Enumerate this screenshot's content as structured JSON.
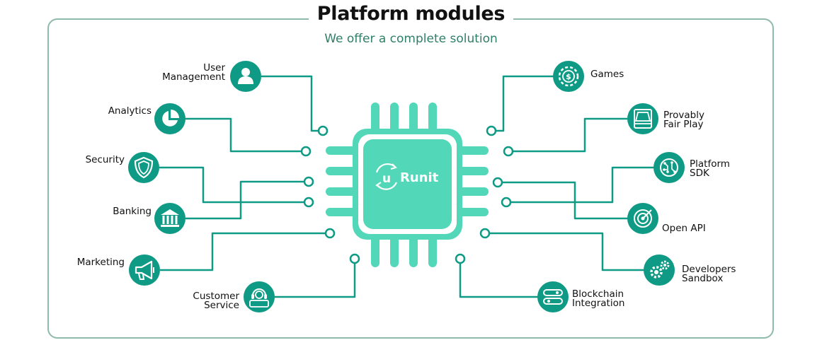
{
  "title": "Platform modules",
  "subtitle": "We offer a complete solution",
  "colors": {
    "teal_dark": "#0e9a84",
    "teal_light": "#52d8b8",
    "border": "#8fb9a8",
    "subtitle": "#2f7f68"
  },
  "chip": {
    "logo_u": "u",
    "logo_text": "Runit"
  },
  "modules_left": [
    {
      "lines": [
        "User",
        "Management"
      ],
      "icon": "user-icon"
    },
    {
      "lines": [
        "Analytics"
      ],
      "icon": "pie-chart-icon"
    },
    {
      "lines": [
        "Security"
      ],
      "icon": "shield-icon"
    },
    {
      "lines": [
        "Banking"
      ],
      "icon": "bank-icon"
    },
    {
      "lines": [
        "Marketing"
      ],
      "icon": "megaphone-icon"
    },
    {
      "lines": [
        "Customer",
        "Service"
      ],
      "icon": "headset-icon"
    }
  ],
  "modules_right": [
    {
      "lines": [
        "Games"
      ],
      "icon": "casino-chip-icon"
    },
    {
      "lines": [
        "Provably",
        "Fair Play"
      ],
      "icon": "scale-icon"
    },
    {
      "lines": [
        "Platform",
        "SDK"
      ],
      "icon": "circuit-icon"
    },
    {
      "lines": [
        "Open API"
      ],
      "icon": "target-icon"
    },
    {
      "lines": [
        "Developers",
        "Sandbox"
      ],
      "icon": "gears-icon"
    },
    {
      "lines": [
        "Blockchain",
        "Integration"
      ],
      "icon": "blockchain-icon"
    }
  ]
}
